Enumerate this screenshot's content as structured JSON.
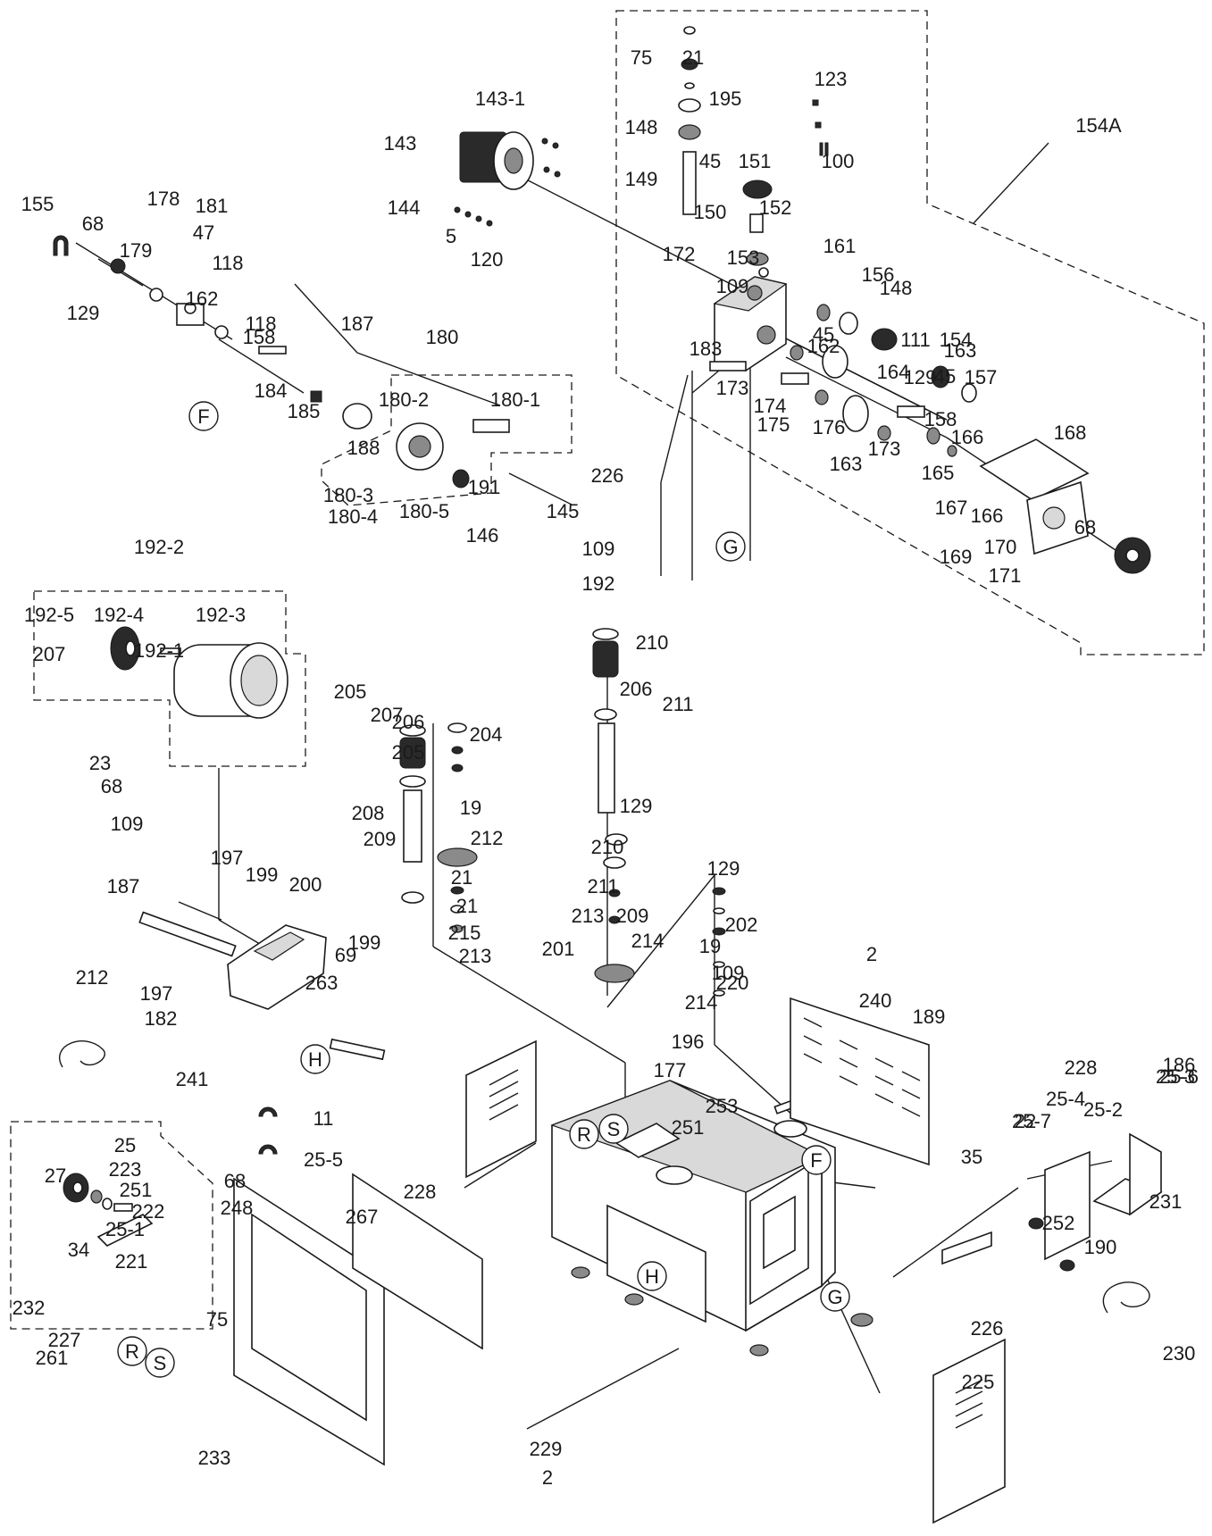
{
  "callouts": [
    "75",
    "21",
    "195",
    "123",
    "148",
    "143-1",
    "143",
    "45",
    "151",
    "100",
    "154A",
    "149",
    "152",
    "150",
    "144",
    "5",
    "120",
    "172",
    "153",
    "155",
    "178",
    "181",
    "47",
    "68",
    "179",
    "118",
    "109",
    "161",
    "148",
    "156",
    "111",
    "129",
    "162",
    "118",
    "183",
    "154",
    "45",
    "162",
    "163",
    "157",
    "158",
    "184",
    "187",
    "180",
    "164",
    "129",
    "45",
    "173",
    "174",
    "175",
    "185",
    "180-2",
    "180-1",
    "176",
    "163",
    "173",
    "158",
    "166",
    "168",
    "188",
    "165",
    "180-3",
    "191",
    "180-4",
    "180-5",
    "226",
    "167",
    "146",
    "145",
    "166",
    "170",
    "169",
    "171",
    "68",
    "109",
    "192",
    "192-2",
    "192-5",
    "192-4",
    "192-1",
    "192-3",
    "207",
    "205",
    "206",
    "207",
    "210",
    "204",
    "206",
    "211",
    "205",
    "23",
    "68",
    "208",
    "129",
    "19",
    "109",
    "212",
    "209",
    "197",
    "210",
    "199",
    "200",
    "187",
    "21",
    "211",
    "129",
    "213",
    "21",
    "215",
    "209",
    "202",
    "201",
    "214",
    "19",
    "199",
    "69",
    "212",
    "197",
    "263",
    "213",
    "220",
    "109",
    "2",
    "214",
    "182",
    "196",
    "189",
    "240",
    "228",
    "177",
    "241",
    "253",
    "251",
    "186",
    "11",
    "25-6",
    "25-5",
    "25-7",
    "25-4",
    "25-3",
    "25",
    "223",
    "27",
    "251",
    "222",
    "25-2",
    "25-1",
    "248",
    "68",
    "35",
    "22",
    "252",
    "34",
    "221",
    "232",
    "227",
    "228",
    "261",
    "231",
    "267",
    "190",
    "75",
    "226",
    "225",
    "230",
    "229",
    "2",
    "233"
  ],
  "letters": [
    "F",
    "G",
    "H",
    "R",
    "S",
    "R",
    "S",
    "F",
    "H",
    "G"
  ]
}
